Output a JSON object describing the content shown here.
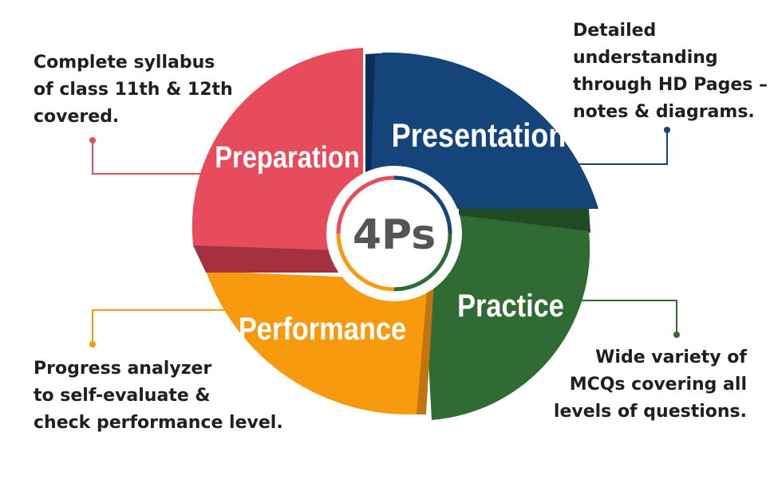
{
  "center": {
    "label": "4Ps"
  },
  "colors": {
    "preparation": "#e64c5c",
    "preparation_shadow": "#a5303f",
    "presentation": "#14447a",
    "presentation_shadow": "#0c2d55",
    "practice": "#2f6b32",
    "practice_shadow": "#1f4a22",
    "performance": "#f79a0e",
    "performance_shadow": "#c27410",
    "text": "#1f1f1f"
  },
  "segments": [
    {
      "id": "preparation",
      "label": "Preparation"
    },
    {
      "id": "presentation",
      "label": "Presentation"
    },
    {
      "id": "practice",
      "label": "Practice"
    },
    {
      "id": "performance",
      "label": "Performance"
    }
  ],
  "notes": {
    "preparation": [
      "Complete syllabus",
      "of class 11th & 12th",
      "covered."
    ],
    "presentation": [
      "Detailed",
      "understanding",
      "through HD Pages –",
      "notes & diagrams."
    ],
    "practice": [
      "Wide variety of",
      "MCQs covering all",
      "levels of questions."
    ],
    "performance": [
      "Progress analyzer",
      "to self-evaluate &",
      "check performance level."
    ]
  }
}
